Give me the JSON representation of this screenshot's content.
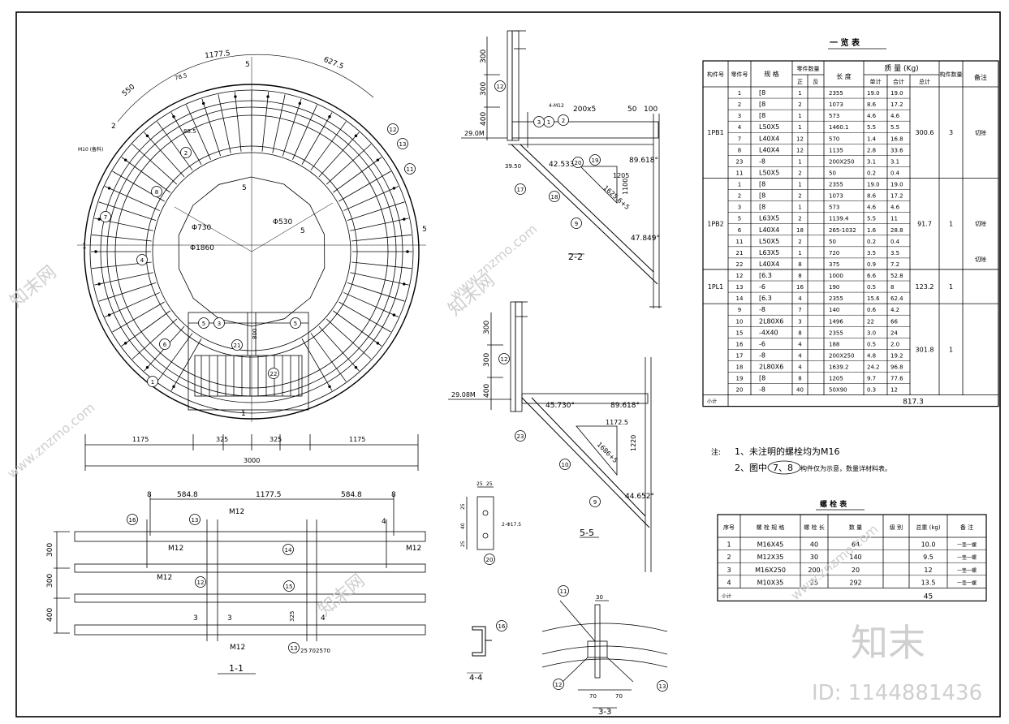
{
  "plan": {
    "dims_top": [
      "1177.5",
      "627.5",
      "550",
      "78.5",
      "88.5"
    ],
    "section_marks": [
      "5",
      "5",
      "5",
      "5",
      "1",
      "1",
      "2"
    ],
    "diam_labels": [
      "Φ730",
      "Φ530",
      "Φ1860"
    ],
    "m10_note": "M10\n(备料)",
    "dims_bottom": [
      "1175",
      "325",
      "325",
      "1175"
    ],
    "total_width": "3000",
    "dim_800": "800",
    "part_circles": [
      "1",
      "2",
      "3",
      "4",
      "5",
      "5",
      "6",
      "7",
      "8",
      "11",
      "12",
      "13",
      "21",
      "22"
    ]
  },
  "section_1_1": {
    "title": "1-1",
    "dims_top": [
      "8",
      "584.8",
      "1177.5",
      "584.8",
      "8"
    ],
    "dims_left": [
      "300",
      "300",
      "400"
    ],
    "bolt_labels": [
      "M12",
      "M12",
      "M12",
      "M12",
      "M12"
    ],
    "marks": [
      "4",
      "3",
      "3",
      "4"
    ],
    "circles": [
      "16",
      "13",
      "14",
      "12",
      "15",
      "13"
    ],
    "dims_bottom": [
      "25",
      "70",
      "25",
      "70"
    ],
    "dim_325": "325"
  },
  "section_2_2": {
    "title": "2-2",
    "elev": "29.0M",
    "dims_left": [
      "300",
      "300",
      "400"
    ],
    "plate": "200x5",
    "bolt": "4-M12",
    "dims_right": [
      "50",
      "100"
    ],
    "angles": [
      "42.533°",
      "89.618°",
      "47.849°"
    ],
    "dim_1205": "1205",
    "dim_1100": "1100",
    "dim_1625": "1625.6+5",
    "dim_3950": "39.50",
    "circles": [
      "1",
      "2",
      "3",
      "12",
      "19",
      "20",
      "17",
      "18",
      "9"
    ]
  },
  "section_5_5": {
    "title": "5-5",
    "elev": "29.08M",
    "dims_left": [
      "300",
      "300",
      "400"
    ],
    "angles": [
      "45.730°",
      "89.618°",
      "44.652°"
    ],
    "dim_1172": "1172.5",
    "dim_1220": "1220",
    "dim_1686": "1686+5",
    "circles": [
      "12",
      "23",
      "10",
      "9"
    ]
  },
  "detail_20": {
    "dims_top": [
      "25",
      "25"
    ],
    "dims_left": [
      "25",
      "40",
      "25"
    ],
    "hole": "2-Φ17.5",
    "circle": "20"
  },
  "section_4_4": {
    "title": "4-4",
    "circle": "16"
  },
  "section_3_3": {
    "title": "3-3",
    "dim_30": "30",
    "dims_bottom": [
      "70",
      "70"
    ],
    "circles": [
      "11",
      "12",
      "13"
    ]
  },
  "schedule": {
    "title": "一 览 表",
    "headers": [
      "构件号",
      "零件号",
      "规 格",
      "零件数量",
      "正",
      "反",
      "长 度",
      "质 量 (Kg)",
      "单计",
      "合计",
      "总计",
      "构件数量",
      "备注"
    ],
    "groups": [
      {
        "id": "1PB1",
        "total": "300.6",
        "qty": "3",
        "notes": [
          "切除"
        ],
        "rows": [
          [
            "1",
            "[8",
            "1",
            "2355",
            "19.0",
            "19.0"
          ],
          [
            "2",
            "[8",
            "2",
            "1073",
            "8.6",
            "17.2"
          ],
          [
            "3",
            "[8",
            "1",
            "573",
            "4.6",
            "4.6"
          ],
          [
            "4",
            "L50X5",
            "1",
            "1460.1",
            "5.5",
            "5.5"
          ],
          [
            "7",
            "L40X4",
            "12",
            "570",
            "1.4",
            "16.8"
          ],
          [
            "8",
            "L40X4",
            "12",
            "1135",
            "2.8",
            "33.6"
          ],
          [
            "23",
            "-8",
            "1",
            "200X250",
            "3.1",
            "3.1"
          ],
          [
            "11",
            "L50X5",
            "2",
            "50",
            "0.2",
            "0.4"
          ]
        ]
      },
      {
        "id": "1PB2",
        "total": "91.7",
        "qty": "1",
        "notes": [
          "切除",
          "切除"
        ],
        "rows": [
          [
            "1",
            "[8",
            "1",
            "2355",
            "19.0",
            "19.0"
          ],
          [
            "2",
            "[8",
            "2",
            "1073",
            "8.6",
            "17.2"
          ],
          [
            "3",
            "[8",
            "1",
            "573",
            "4.6",
            "4.6"
          ],
          [
            "5",
            "L63X5",
            "2",
            "1139.4",
            "5.5",
            "11"
          ],
          [
            "6",
            "L40X4",
            "18",
            "265-1032",
            "1.6",
            "28.8"
          ],
          [
            "11",
            "L50X5",
            "2",
            "50",
            "0.2",
            "0.4"
          ],
          [
            "21",
            "L63X5",
            "1",
            "720",
            "3.5",
            "3.5"
          ],
          [
            "22",
            "L40X4",
            "8",
            "375",
            "0.9",
            "7.2"
          ]
        ]
      },
      {
        "id": "1PL1",
        "total": "123.2",
        "qty": "1",
        "notes": [],
        "rows": [
          [
            "12",
            "[6.3",
            "8",
            "1000",
            "6.6",
            "52.8"
          ],
          [
            "13",
            "-6",
            "16",
            "190",
            "0.5",
            "8"
          ],
          [
            "14",
            "[6.3",
            "4",
            "2355",
            "15.6",
            "62.4"
          ]
        ]
      },
      {
        "id": "",
        "total": "301.8",
        "qty": "1",
        "notes": [],
        "rows": [
          [
            "9",
            "-8",
            "7",
            "140",
            "0.6",
            "4.2"
          ],
          [
            "10",
            "2L80X6",
            "3",
            "1496",
            "22",
            "66"
          ],
          [
            "15",
            "-4X40",
            "8",
            "2355",
            "3.0",
            "24"
          ],
          [
            "16",
            "-6",
            "4",
            "188",
            "0.5",
            "2.0"
          ],
          [
            "17",
            "-8",
            "4",
            "200X250",
            "4.8",
            "19.2"
          ],
          [
            "18",
            "2L80X6",
            "4",
            "1639.2",
            "24.2",
            "96.8"
          ],
          [
            "19",
            "[8",
            "8",
            "1205",
            "9.7",
            "77.6"
          ],
          [
            "20",
            "-8",
            "40",
            "50X90",
            "0.3",
            "12"
          ]
        ]
      }
    ],
    "sum_label": "小计",
    "sum_value": "817.3"
  },
  "notes": {
    "label": "注:",
    "line1": "1、未注明的螺栓均为M16",
    "line2_a": "2、图中",
    "line2_b": "7、8",
    "line2_c": "构件仅为示意，数量详材料表。"
  },
  "bolt_table": {
    "title": "螺 栓 表",
    "headers": [
      "序号",
      "螺 栓 规 格",
      "螺 栓 长",
      "数 量",
      "级 别",
      "总重 (kg)",
      "备 注"
    ],
    "rows": [
      [
        "1",
        "M16X45",
        "40",
        "64",
        "",
        "10.0",
        "一垫一螺"
      ],
      [
        "2",
        "M12X35",
        "30",
        "140",
        "",
        "9.5",
        "一垫一螺"
      ],
      [
        "3",
        "M16X250",
        "200",
        "20",
        "",
        "12",
        "一垫一螺"
      ],
      [
        "4",
        "M10X35",
        "25",
        "292",
        "",
        "13.5",
        "一垫一螺"
      ]
    ],
    "sum_label": "小计",
    "sum_value": "45"
  },
  "watermark": {
    "brand": "知末",
    "id_text": "ID: 1144881436",
    "url": "www.znzmo.com",
    "site": "知末网"
  }
}
